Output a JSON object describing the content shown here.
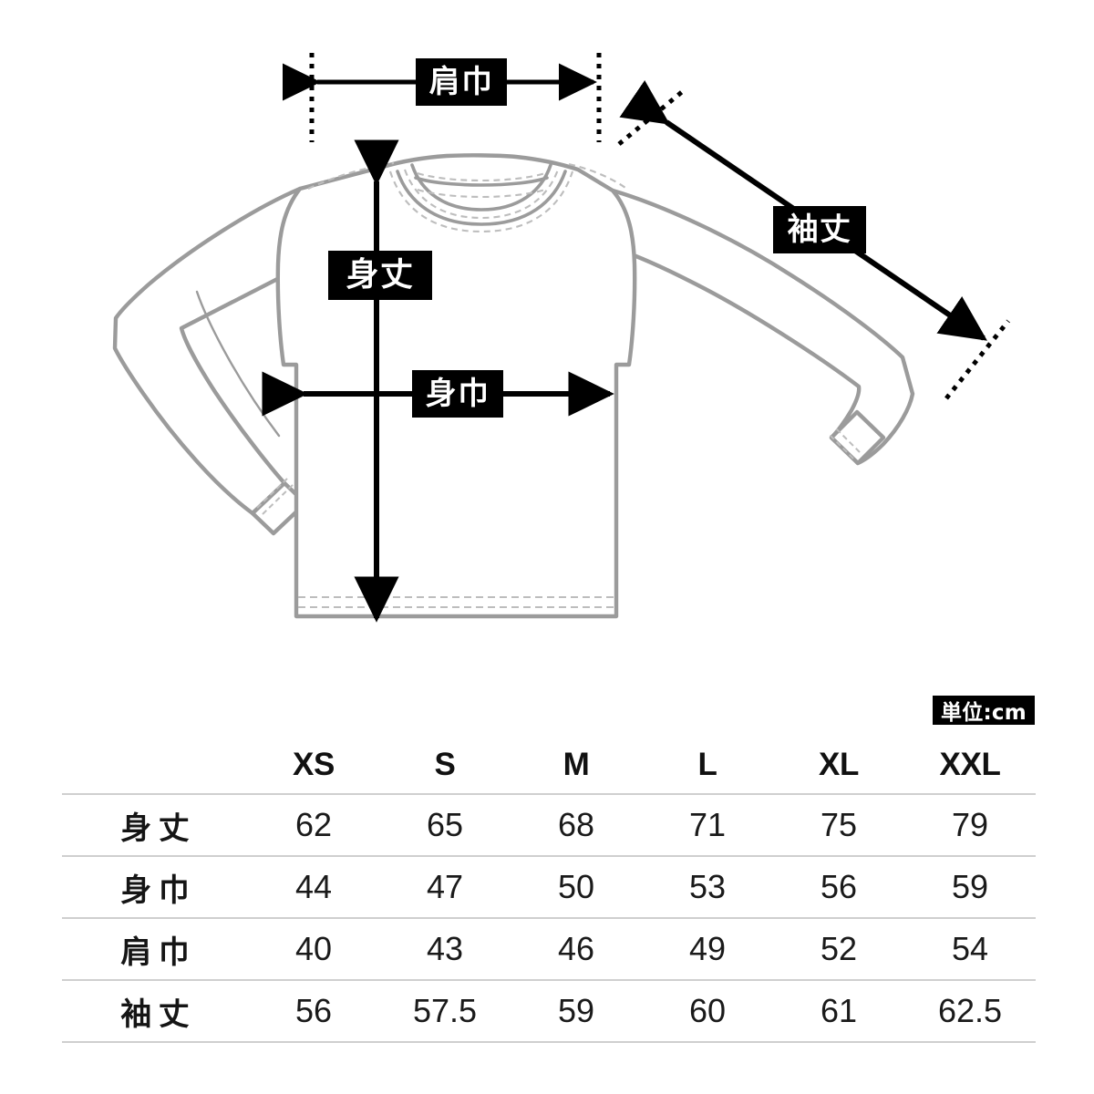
{
  "diagram": {
    "title": "long-sleeve-tee-measurement-diagram",
    "labels": {
      "shoulder_width": "肩巾",
      "sleeve_length": "袖丈",
      "body_length": "身丈",
      "body_width": "身巾"
    },
    "colors": {
      "garment_outline": "#9b9b9b",
      "stitch_line": "#b9b9b9",
      "arrow": "#000000",
      "chip_background": "#000000",
      "chip_text": "#ffffff"
    }
  },
  "unit_badge": {
    "text": "単位:cm"
  },
  "chart_data": {
    "type": "table",
    "title": "",
    "unit": "cm",
    "columns": [
      "",
      "XS",
      "S",
      "M",
      "L",
      "XL",
      "XXL"
    ],
    "categories": [
      "XS",
      "S",
      "M",
      "L",
      "XL",
      "XXL"
    ],
    "rows": [
      {
        "label": "身丈",
        "values": [
          "62",
          "65",
          "68",
          "71",
          "75",
          "79"
        ]
      },
      {
        "label": "身巾",
        "values": [
          "44",
          "47",
          "50",
          "53",
          "56",
          "59"
        ]
      },
      {
        "label": "肩巾",
        "values": [
          "40",
          "43",
          "46",
          "49",
          "52",
          "54"
        ]
      },
      {
        "label": "袖丈",
        "values": [
          "56",
          "57.5",
          "59",
          "60",
          "61",
          "62.5"
        ]
      }
    ],
    "series": [
      {
        "name": "身丈",
        "values": [
          62,
          65,
          68,
          71,
          75,
          79
        ]
      },
      {
        "name": "身巾",
        "values": [
          44,
          47,
          50,
          53,
          56,
          59
        ]
      },
      {
        "name": "肩巾",
        "values": [
          40,
          43,
          46,
          49,
          52,
          54
        ]
      },
      {
        "name": "袖丈",
        "values": [
          56,
          57.5,
          59,
          60,
          61,
          62.5
        ]
      }
    ],
    "xlabel": "",
    "ylabel": ""
  }
}
